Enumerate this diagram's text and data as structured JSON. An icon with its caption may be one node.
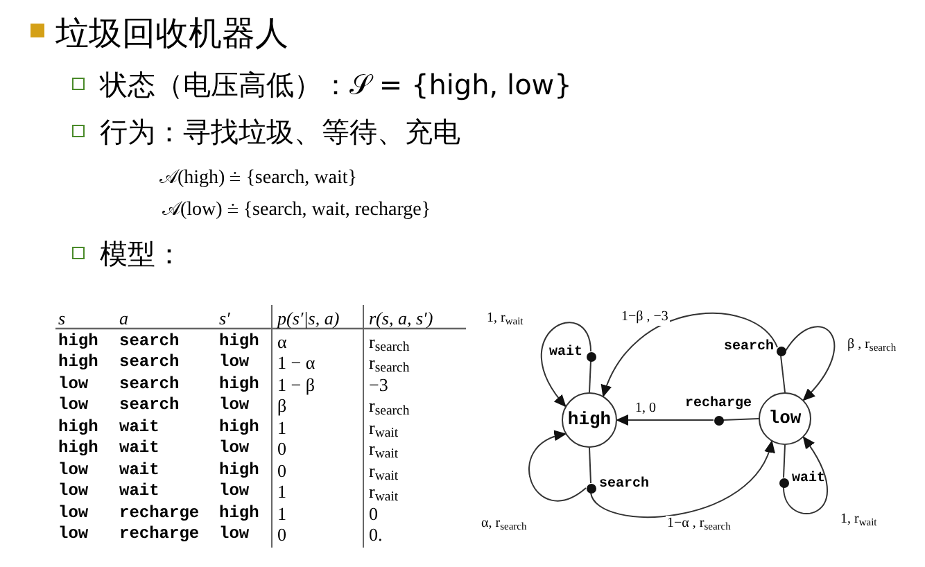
{
  "diagram": {
    "title": "垃圾回收机器人",
    "nodes": [
      {
        "text": [
          "high"
        ]
      },
      {
        "text": [
          "low"
        ]
      },
      {
        "text": [],
        "shape": "circle",
        "beside": [
          "wait"
        ]
      },
      {
        "text": [],
        "shape": "circle",
        "beside": [
          "search"
        ]
      },
      {
        "text": [],
        "shape": "circle",
        "beside": [
          "recharge"
        ]
      },
      {
        "text": [],
        "shape": "circle",
        "beside": [
          "search"
        ]
      },
      {
        "text": [],
        "shape": "circle",
        "beside": [
          "wait"
        ]
      }
    ],
    "edges": [
      {
        "from": 0,
        "to": 2,
        "arrow": "none"
      },
      {
        "from": 2,
        "to": 0,
        "arrow": "to",
        "label": "1, r$_{wait}$"
      },
      {
        "from": 1,
        "to": 3,
        "arrow": "none"
      },
      {
        "from": 3,
        "to": 0,
        "arrow": "to",
        "label": "1−β , −3"
      },
      {
        "from": 3,
        "to": 1,
        "arrow": "to",
        "label": "β , r$_{search}$"
      },
      {
        "from": 1,
        "to": 4,
        "arrow": "none"
      },
      {
        "from": 4,
        "to": 0,
        "arrow": "to",
        "label": "1, 0"
      },
      {
        "from": 0,
        "to": 5,
        "arrow": "none"
      },
      {
        "from": 5,
        "to": 0,
        "arrow": "to",
        "label": "α, r$_{search}$"
      },
      {
        "from": 5,
        "to": 1,
        "arrow": "to",
        "label": "1−α , r$_{search}$"
      },
      {
        "from": 1,
        "to": 6,
        "arrow": "none"
      },
      {
        "from": 6,
        "to": 1,
        "arrow": "to",
        "label": "1, r$_{wait}$"
      }
    ],
    "labels": [
      "状态（电压高低）：𝒮 = {high, low}",
      "行为：寻找垃圾、等待、充电",
      "𝒜(high) ≐ {search, wait}",
      "𝒜(low) ≐ {search, wait, recharge}",
      "模型：",
      "s",
      "a",
      "s′",
      "p(s′|s, a)",
      "r(s, a, s′)",
      "high",
      "search",
      "high",
      "α",
      "r$_{search}$",
      "high",
      "search",
      "low",
      "1 − α",
      "r$_{search}$",
      "low",
      "search",
      "high",
      "1 − β",
      "−3",
      "low",
      "search",
      "low",
      "β",
      "r$_{search}$",
      "high",
      "wait",
      "high",
      "1",
      "r$_{wait}$",
      "high",
      "wait",
      "low",
      "0",
      "r$_{wait}$",
      "low",
      "wait",
      "high",
      "0",
      "r$_{wait}$",
      "low",
      "wait",
      "low",
      "1",
      "r$_{wait}$",
      "low",
      "recharge",
      "high",
      "1",
      "0",
      "low",
      "recharge",
      "low",
      "0",
      "0."
    ]
  }
}
